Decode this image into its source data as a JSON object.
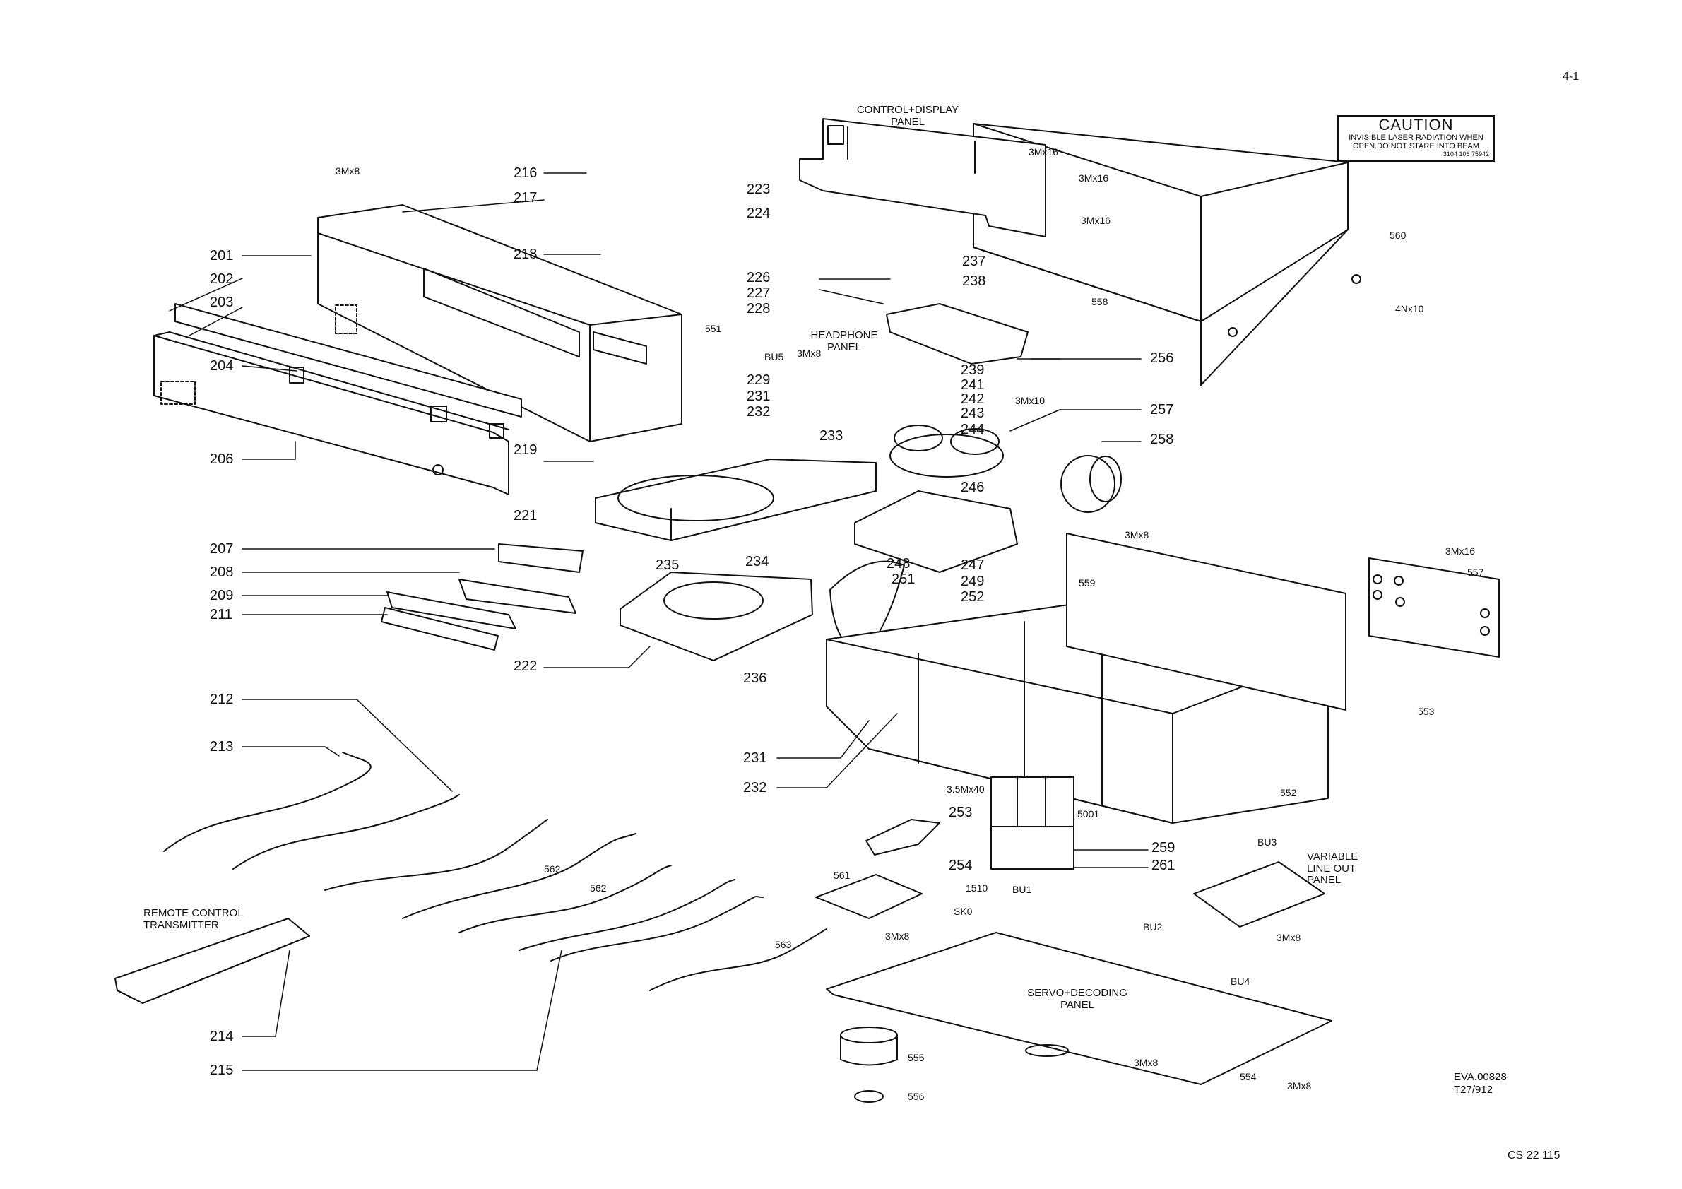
{
  "page_number": "4-1",
  "caution": {
    "title": "CAUTION",
    "line1": "INVISIBLE LASER RADIATION WHEN",
    "line2": "OPEN.DO NOT STARE INTO BEAM",
    "code": "3104 106 75942"
  },
  "drawing_code": "EVA.00828",
  "drawing_date": "T27/912",
  "doc_code": "CS 22 115",
  "part_labels": {
    "p201": "201",
    "p202": "202",
    "p203": "203",
    "p204": "204",
    "p206": "206",
    "p207": "207",
    "p208": "208",
    "p209": "209",
    "p211": "211",
    "p212": "212",
    "p213": "213",
    "p214": "214",
    "p215": "215",
    "p216": "216",
    "p217": "217",
    "p218": "218",
    "p219": "219",
    "p221": "221",
    "p222": "222",
    "p223": "223",
    "p224": "224",
    "p226": "226",
    "p227": "227",
    "p228": "228",
    "p229": "229",
    "p231a": "231",
    "p232a": "232",
    "p231b": "231",
    "p232b": "232",
    "p233": "233",
    "p234": "234",
    "p235": "235",
    "p236": "236",
    "p237": "237",
    "p238": "238",
    "p239": "239",
    "p241": "241",
    "p242": "242",
    "p243": "243",
    "p244": "244",
    "p246": "246",
    "p247": "247",
    "p248": "248",
    "p249": "249",
    "p251": "251",
    "p252": "252",
    "p253": "253",
    "p254": "254",
    "p256": "256",
    "p257": "257",
    "p258": "258",
    "p259": "259",
    "p261": "261"
  },
  "small_labels": {
    "s551": "551",
    "s552": "552",
    "s553": "553",
    "s554": "554",
    "s555": "555",
    "s556": "556",
    "s557": "557",
    "s558": "558",
    "s559": "559",
    "s560": "560",
    "s561": "561",
    "s562a": "562",
    "s562b": "562",
    "s563": "563",
    "s5001": "5001",
    "s1510": "1510",
    "bu1": "BU1",
    "bu2": "BU2",
    "bu3": "BU3",
    "bu4": "BU4",
    "bu5": "BU5",
    "sk0": "SK0",
    "screw_3mx8_top": "3Mx8",
    "screw_3mx16_a": "3Mx16",
    "screw_3mx16_b": "3Mx16",
    "screw_3mx16_c": "3Mx16",
    "screw_3mx16_d": "3Mx16",
    "screw_4nx10": "4Nx10",
    "screw_3mx8_hp": "3Mx8",
    "screw_3mx10": "3Mx10",
    "screw_3mx8_chassis": "3Mx8",
    "screw_35mx40": "3.5Mx40",
    "screw_3mx8_servo": "3Mx8",
    "screw_3mx8_var": "3Mx8",
    "screw_3mx8_bot1": "3Mx8",
    "screw_3mx8_bot2": "3Mx8"
  },
  "panel_names": {
    "control_display_1": "CONTROL+DISPLAY",
    "control_display_2": "PANEL",
    "headphone_1": "HEADPHONE",
    "headphone_2": "PANEL",
    "remote_1": "REMOTE CONTROL",
    "remote_2": "TRANSMITTER",
    "variable_1": "VARIABLE",
    "variable_2": "LINE OUT",
    "variable_3": "PANEL",
    "servo_1": "SERVO+DECODING",
    "servo_2": "PANEL"
  }
}
